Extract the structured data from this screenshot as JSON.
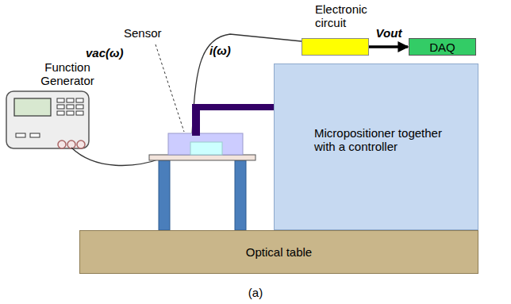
{
  "diagram": {
    "caption": "(a)",
    "nodes": [
      {
        "text": [
          "Electronic circuit"
        ]
      },
      {
        "text": [
          "DAQ"
        ]
      },
      {
        "text": [
          "Micropositioner together with a controller"
        ]
      },
      {
        "text": [
          "Optical table"
        ]
      }
    ],
    "edges": [
      {
        "from": 0,
        "to": 1,
        "label": "Vout",
        "arrow": "to"
      }
    ],
    "labels": [
      "Function Generator",
      "Sensor",
      "vac(ω)",
      "i(ω)"
    ]
  }
}
